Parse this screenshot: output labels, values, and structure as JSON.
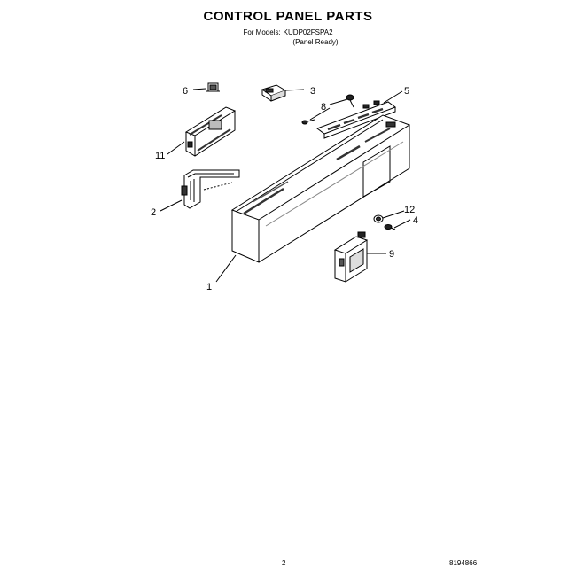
{
  "header": {
    "title": "CONTROL PANEL PARTS",
    "models_label": "For Models:",
    "models_value": "KUDP02FSPA2",
    "subtitle": "(Panel Ready)"
  },
  "callouts": [
    {
      "id": "1",
      "label": "1"
    },
    {
      "id": "2",
      "label": "2"
    },
    {
      "id": "3",
      "label": "3"
    },
    {
      "id": "4",
      "label": "4"
    },
    {
      "id": "5",
      "label": "5"
    },
    {
      "id": "6",
      "label": "6"
    },
    {
      "id": "8",
      "label": "8"
    },
    {
      "id": "9",
      "label": "9"
    },
    {
      "id": "11",
      "label": "11"
    },
    {
      "id": "12",
      "label": "12"
    }
  ],
  "footer": {
    "page_number": "2",
    "doc_code": "8194866"
  }
}
